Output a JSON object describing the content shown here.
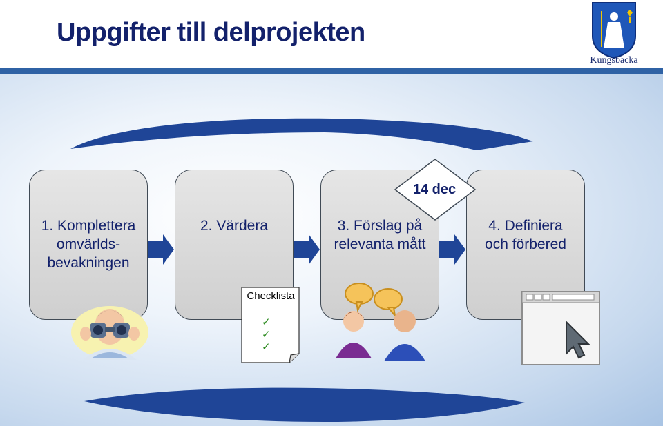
{
  "header": {
    "title": "Uppgifter till delprojekten",
    "logo_text": "Kungsbacka"
  },
  "steps": [
    {
      "lines": [
        "1. Komplettera",
        "omvärlds-",
        "bevakningen"
      ]
    },
    {
      "lines": [
        "2. Värdera"
      ]
    },
    {
      "lines": [
        "3. Förslag på",
        "relevanta mått"
      ]
    },
    {
      "lines": [
        "4. Definiera",
        "och förbered"
      ]
    }
  ],
  "milestone": {
    "label": "14 dec"
  },
  "checklist": {
    "title": "Checklista",
    "checks": [
      "✓",
      "✓",
      "✓"
    ]
  },
  "icons": [
    "binoculars-person-icon",
    "checklist-document-icon",
    "discussion-people-icon",
    "browser-window-icon"
  ],
  "colors": {
    "title": "#13216b",
    "accent_bar": "#2f62a5",
    "arrow": "#1f4597",
    "box_border": "#404a55",
    "box_fill": "#d9d9d9"
  }
}
